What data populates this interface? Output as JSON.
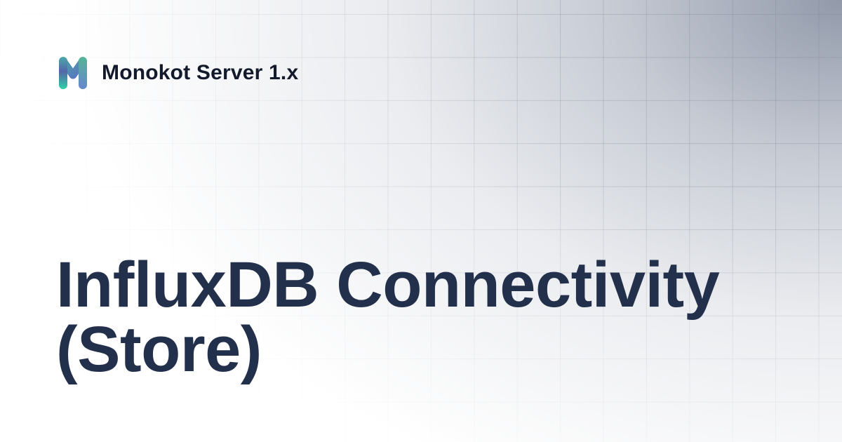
{
  "brand": {
    "logo_icon": "monokot-m-logo-icon",
    "name": "Monokot Server 1.x",
    "colors": {
      "logo_teal": "#3ec8a8",
      "logo_blue": "#5b78c0",
      "logo_green": "#58b89a"
    }
  },
  "title": {
    "line1": "InfluxDB Connectivity",
    "line2": "(Store)",
    "color": "#22304b"
  },
  "background": {
    "grid": "grid-pattern",
    "gradient_color": "#8c94a5"
  }
}
